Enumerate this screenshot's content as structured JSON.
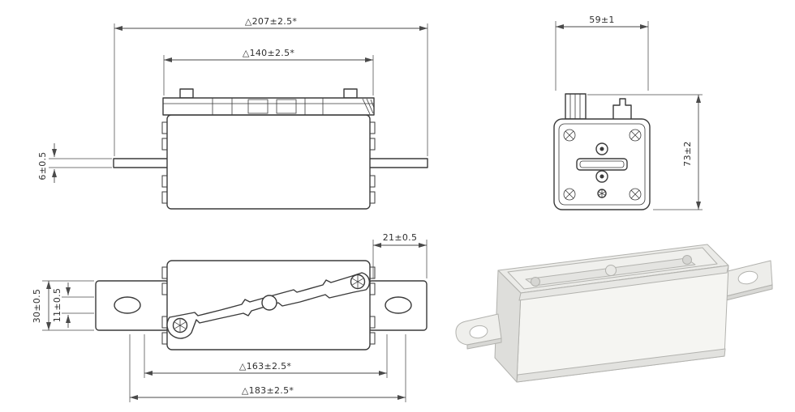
{
  "front_view": {
    "dim_overall_length": "△207±2.5*",
    "dim_cap_length": "△140±2.5*",
    "dim_blade_thickness": "6±0.5"
  },
  "end_view": {
    "dim_width": "59±1",
    "dim_height": "73±2"
  },
  "top_view": {
    "dim_tab_protrusion": "21±0.5",
    "dim_tab_width": "30±0.5",
    "dim_inner_width": "11±0.5",
    "dim_span_inner": "△163±2.5*",
    "dim_span_outer": "△183±2.5*"
  },
  "colors": {
    "drawing_line": "#3a3a3a",
    "dimension_line": "#4a4a4a",
    "render_front": "#f5f5f2",
    "render_top": "#ebebe8",
    "render_side": "#dededb",
    "render_stroke": "#b2b2ae",
    "background": "#ffffff"
  }
}
